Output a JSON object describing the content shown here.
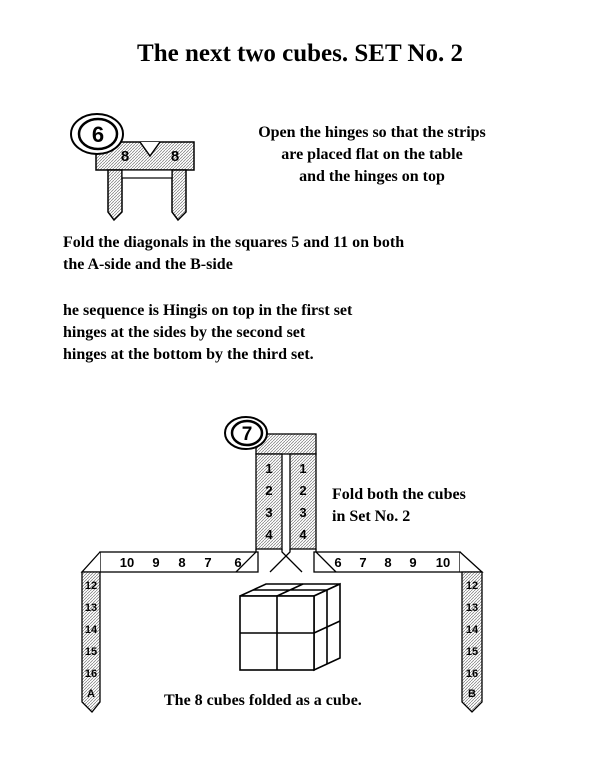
{
  "title": "The next two cubes. SET No. 2",
  "step6": {
    "badge": "6",
    "tile_left": "8",
    "tile_right": "8",
    "instruction": [
      "Open the hinges so that the strips",
      "are placed flat on the table",
      "and the hinges on top"
    ]
  },
  "fold_text": [
    "Fold the diagonals in the squares 5 and 11 on both",
    "the A-side and the B-side"
  ],
  "sequence_text": [
    "he sequence is Hingis on top in the first set",
    "hinges at the sides by the second set",
    "hinges at the bottom by the third set."
  ],
  "step7": {
    "badge": "7",
    "caption": [
      "Fold both the cubes",
      "in Set No. 2"
    ],
    "left_vertical_numbers": [
      "1",
      "2",
      "3",
      "4"
    ],
    "right_vertical_numbers": [
      "1",
      "2",
      "3",
      "4"
    ],
    "left_horizontal_numbers": [
      "10",
      "9",
      "8",
      "7",
      "6"
    ],
    "right_horizontal_numbers": [
      "6",
      "7",
      "8",
      "9",
      "10"
    ],
    "left_strip_numbers": [
      "12",
      "13",
      "14",
      "15",
      "16",
      "A"
    ],
    "right_strip_numbers": [
      "12",
      "13",
      "14",
      "15",
      "16",
      "B"
    ],
    "cube_caption": "The 8 cubes folded as a cube."
  }
}
